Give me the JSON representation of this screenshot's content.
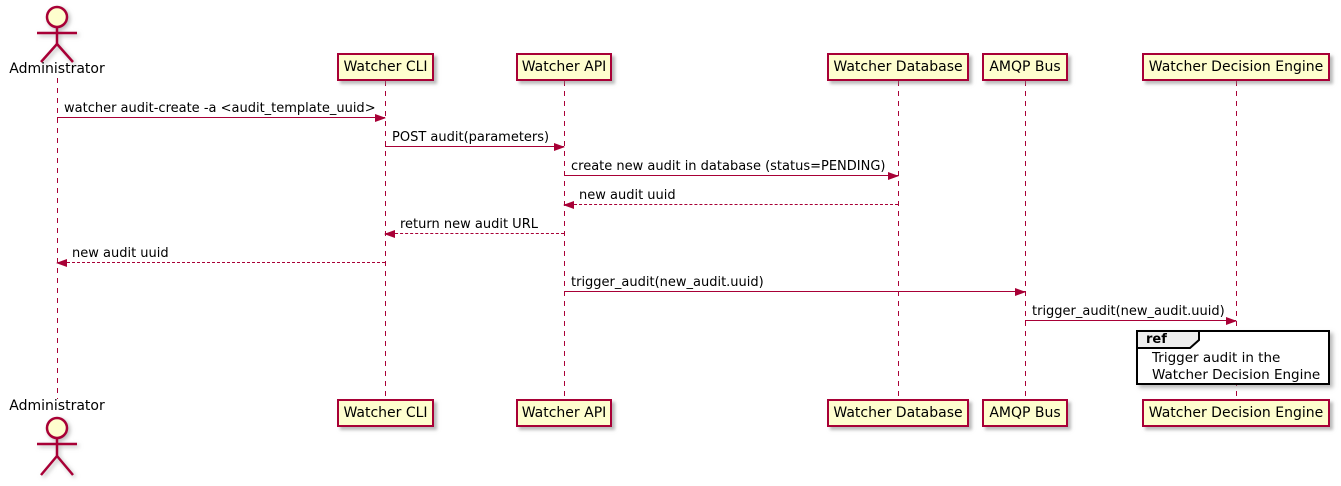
{
  "diagram": {
    "type": "sequence",
    "colors": {
      "participant_fill": "#FEFECE",
      "participant_border": "#A80036",
      "line_color": "#A80036",
      "text_color": "#000000",
      "ref_border": "#000000",
      "ref_tab_fill": "#EEEEEE",
      "background": "#FFFFFF"
    },
    "actor": {
      "name": "Administrator"
    },
    "participants": [
      {
        "name": "Watcher CLI"
      },
      {
        "name": "Watcher API"
      },
      {
        "name": "Watcher Database"
      },
      {
        "name": "AMQP Bus"
      },
      {
        "name": "Watcher Decision Engine"
      }
    ],
    "messages": [
      {
        "from": "Administrator",
        "to": "Watcher CLI",
        "label": "watcher audit-create -a <audit_template_uuid>",
        "line": "solid"
      },
      {
        "from": "Watcher CLI",
        "to": "Watcher API",
        "label": "POST audit(parameters)",
        "line": "solid"
      },
      {
        "from": "Watcher API",
        "to": "Watcher Database",
        "label": "create new audit in database (status=PENDING)",
        "line": "solid"
      },
      {
        "from": "Watcher Database",
        "to": "Watcher API",
        "label": "new audit uuid",
        "line": "dashed"
      },
      {
        "from": "Watcher API",
        "to": "Watcher CLI",
        "label": "return new audit URL",
        "line": "dashed"
      },
      {
        "from": "Watcher CLI",
        "to": "Administrator",
        "label": "new audit uuid",
        "line": "dashed"
      },
      {
        "from": "Watcher API",
        "to": "AMQP Bus",
        "label": "trigger_audit(new_audit.uuid)",
        "line": "solid"
      },
      {
        "from": "AMQP Bus",
        "to": "Watcher Decision Engine",
        "label": "trigger_audit(new_audit.uuid)",
        "line": "solid"
      }
    ],
    "ref_fragment": {
      "keyword": "ref",
      "over": "Watcher Decision Engine",
      "lines": [
        "Trigger audit in the",
        "Watcher Decision Engine"
      ]
    }
  }
}
